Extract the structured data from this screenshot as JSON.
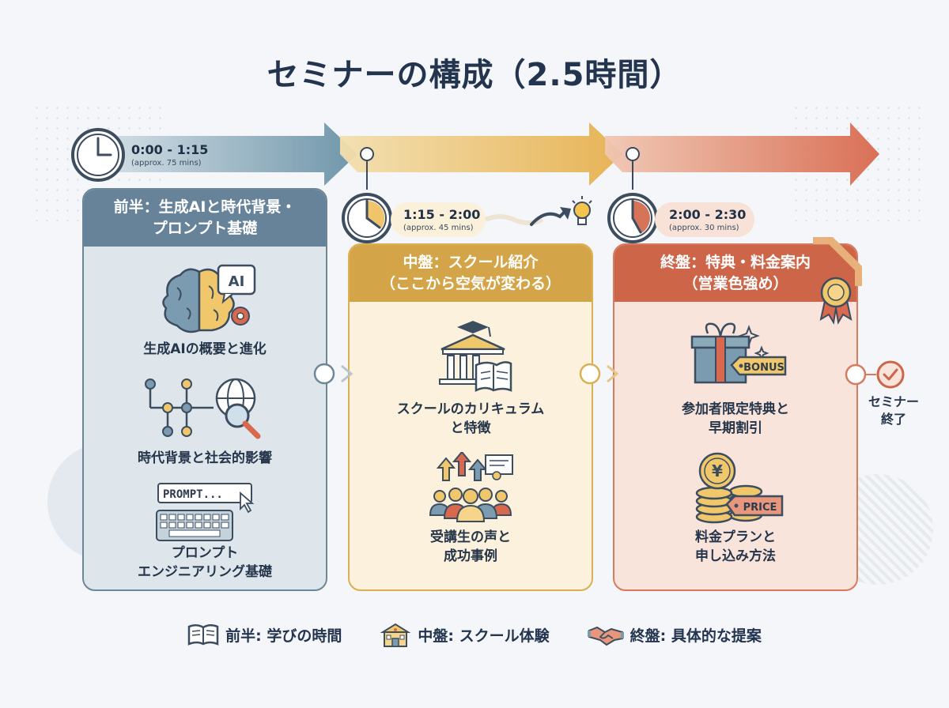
{
  "title": "セミナーの構成（2.5時間）",
  "phases": [
    {
      "time": "0:00 - 1:15",
      "duration": "(approx. 75 mins)",
      "heading_lines": [
        "前半：生成AIと時代背景・",
        "プロンプト基礎"
      ],
      "items": [
        {
          "icon": "brain-ai-icon",
          "icon_text": "AI",
          "label_lines": [
            "生成AIの概要と進化"
          ]
        },
        {
          "icon": "network-globe-icon",
          "label_lines": [
            "時代背景と社会的影響"
          ]
        },
        {
          "icon": "keyboard-prompt-icon",
          "icon_text": "PROMPT...",
          "label_lines": [
            "プロンプト",
            "エンジニアリング基礎"
          ]
        }
      ]
    },
    {
      "time": "1:15 - 2:00",
      "duration": "(approx. 45 mins)",
      "heading_lines": [
        "中盤：スクール紹介",
        "（ここから空気が変わる）"
      ],
      "items": [
        {
          "icon": "school-building-icon",
          "label_lines": [
            "スクールのカリキュラム",
            "と特徴"
          ]
        },
        {
          "icon": "students-growth-icon",
          "label_lines": [
            "受講生の声と",
            "成功事例"
          ]
        }
      ]
    },
    {
      "time": "2:00 - 2:30",
      "duration": "(approx. 30 mins)",
      "heading_lines": [
        "終盤：特典・料金案内",
        "（営業色強め）"
      ],
      "items": [
        {
          "icon": "gift-bonus-icon",
          "icon_text": "BONUS",
          "label_lines": [
            "参加者限定特典と",
            "早期割引"
          ]
        },
        {
          "icon": "coins-price-icon",
          "icon_text": "PRICE",
          "coin_symbol": "¥",
          "label_lines": [
            "料金プランと",
            "申し込み方法"
          ]
        }
      ]
    }
  ],
  "end": {
    "label_lines": [
      "セミナー",
      "終了"
    ]
  },
  "legend": [
    {
      "icon": "book-icon",
      "label": "前半: 学びの時間"
    },
    {
      "icon": "school-icon",
      "label": "中盤: スクール体験"
    },
    {
      "icon": "handshake-icon",
      "label": "終盤: 具体的な提案"
    }
  ],
  "colors": {
    "phase1": "#5f7f95",
    "phase2": "#d9a93f",
    "phase3": "#d0674c",
    "title": "#23344f"
  }
}
